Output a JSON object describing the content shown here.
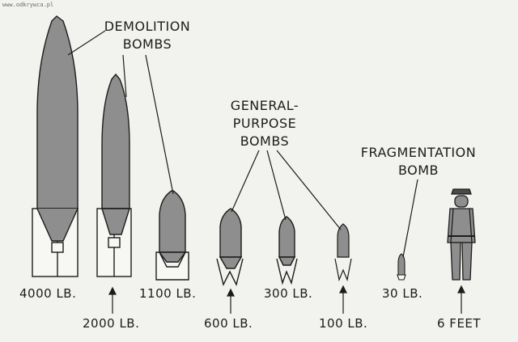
{
  "watermark": "www.odkrywca.pl",
  "groups": {
    "demolition": [
      "DEMOLITION",
      "BOMBS"
    ],
    "general_purpose": [
      "GENERAL-",
      "PURPOSE",
      "BOMBS"
    ],
    "fragmentation": [
      "FRAGMENTATION",
      "BOMB"
    ]
  },
  "labels": {
    "b4000": "4000 LB.",
    "b2000": "2000 LB.",
    "b1100": "1100 LB.",
    "b600": "600 LB.",
    "b300": "300 LB.",
    "b100": "100 LB.",
    "b30": "30 LB.",
    "man": "6 FEET"
  },
  "colors": {
    "bomb_fill": "#8e8e8e",
    "ink": "#1c1c1c",
    "background": "#f2f2ee"
  }
}
